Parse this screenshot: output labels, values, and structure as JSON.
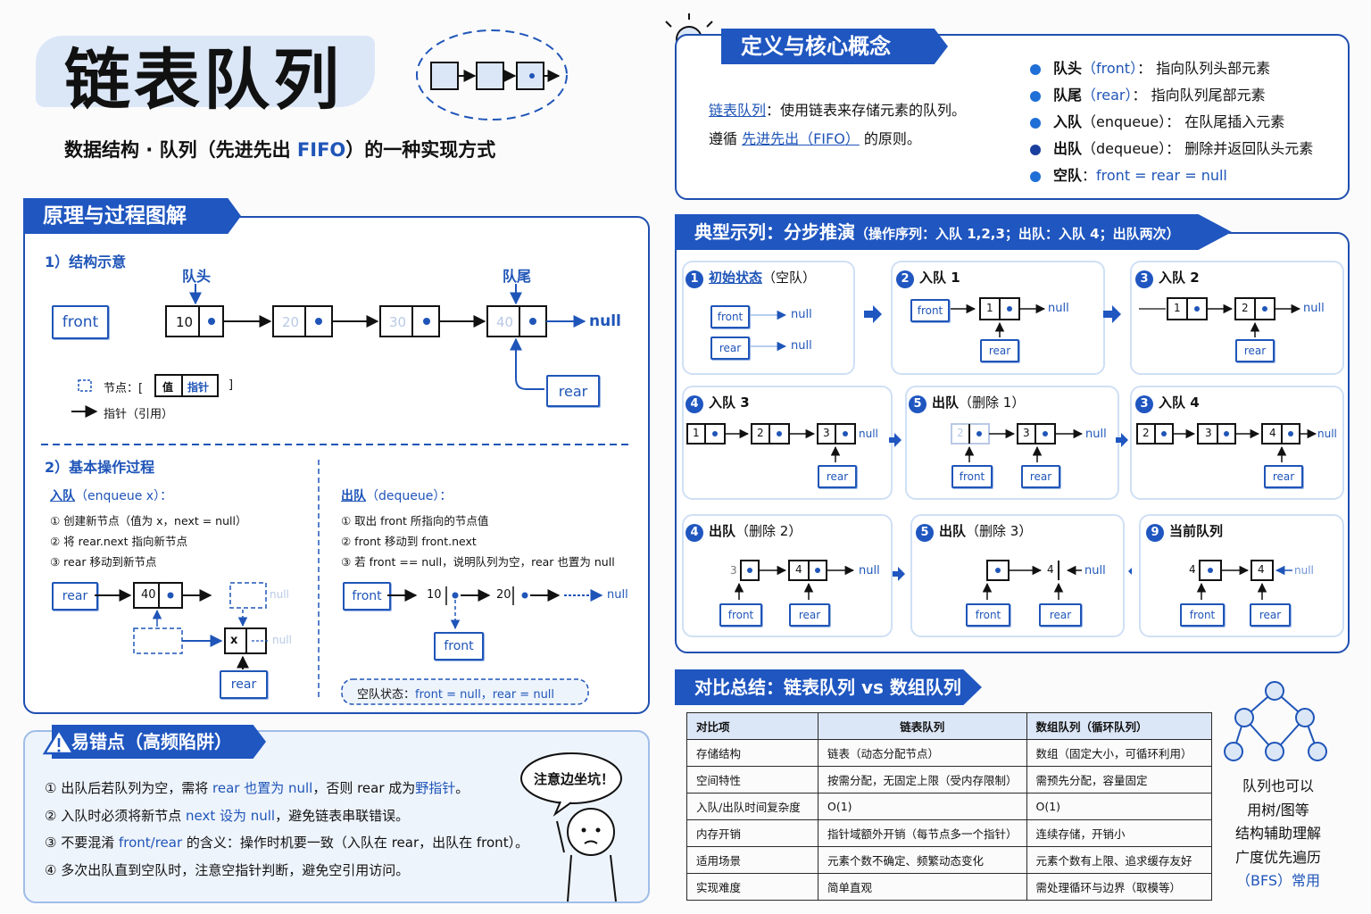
{
  "header": {
    "title": "链表队列",
    "subtitle_pre": "数据结构 · 队列（先进先出 ",
    "subtitle_fifo": "FIFO",
    "subtitle_post": "）的一种实现方式"
  },
  "definition": {
    "banner": "定义与核心概念",
    "line1_term": "链表队列",
    "line1_rest": "：使用链表来存储元素的队列。",
    "line2_pre": "遵循 ",
    "line2_term": "先进先出（FIFO）",
    "line2_post": " 的原则。",
    "concepts": [
      {
        "name": "队头",
        "code": "（front）",
        "desc": "：  指向队列头部元素"
      },
      {
        "name": "队尾",
        "code": "（rear）",
        "desc": "：  指向队列尾部元素"
      },
      {
        "name": "入队",
        "code": "（enqueue）",
        "desc": "：  在队尾插入元素"
      },
      {
        "name": "出队",
        "code": "（dequeue）",
        "desc": "：  删除并返回队头元素"
      },
      {
        "name": "空队",
        "code": "：",
        "desc": "front = rear = null"
      }
    ]
  },
  "principle": {
    "banner": "原理与过程图解",
    "struct_heading": "1）结构示意",
    "head_label": "队头",
    "tail_label": "队尾",
    "front": "front",
    "rear": "rear",
    "null": "null",
    "nodes": [
      "10",
      "20",
      "30",
      "40"
    ],
    "legend_node": "节点：[",
    "legend_val": "值",
    "legend_ptr": "指针",
    "legend_close": "]",
    "legend_arrow": "指针（引用）",
    "ops_heading": "2）基本操作过程",
    "enqueue_title": "入队",
    "enqueue_sig": "（enqueue x）：",
    "enqueue_steps": [
      "① 创建新节点（值为 x，next = null）",
      "② 将 rear.next 指向新节点",
      "③ rear 移动到新节点"
    ],
    "dequeue_title": "出队",
    "dequeue_sig": "（dequeue）：",
    "dequeue_steps": [
      "① 取出 front 所指向的节点值",
      "② front 移动到 front.next",
      "③ 若 front == null，说明队列为空，rear 也置为 null"
    ],
    "enq_node": "40",
    "enq_x": "x",
    "deq_a": "10",
    "deq_b": "20",
    "empty_state_label": "空队状态：",
    "empty_state_value": "front = null，rear = null"
  },
  "pitfalls": {
    "banner": "易错点（高频陷阱）",
    "items": [
      {
        "pre": "① 出队后若队列为空，需将 ",
        "hl": "rear 也置为 null",
        "mid": "，否则 rear 成为",
        "hl2": "野指针",
        "post": "。"
      },
      {
        "pre": "② 入队时必须将新节点 ",
        "hl": "next 设为 null",
        "mid": "，避免链表串联错误。",
        "hl2": "",
        "post": ""
      },
      {
        "pre": "③ 不要混淆 ",
        "hl": "front/rear",
        "mid": " 的含义：操作时机要一致（入队在 rear，出队在 front）。",
        "hl2": "",
        "post": ""
      },
      {
        "pre": "④ 多次出队直到空队时，注意空指针判断，避免空引用访问。",
        "hl": "",
        "mid": "",
        "hl2": "",
        "post": ""
      }
    ],
    "bubble": "注意边坐坑！"
  },
  "example": {
    "banner": "典型示列：分步推演",
    "banner_sub": "（操作序列：入队 1,2,3；出队：入队 4；出队两次）",
    "steps": [
      {
        "n": "1",
        "t": "初始状态",
        "s": "（空队）"
      },
      {
        "n": "2",
        "t": "入队 1",
        "s": ""
      },
      {
        "n": "3",
        "t": "入队 2",
        "s": ""
      },
      {
        "n": "4",
        "t": "入队 3",
        "s": ""
      },
      {
        "n": "5",
        "t": "出队",
        "s": "（删除 1）"
      },
      {
        "n": "3",
        "t": "入队 4",
        "s": ""
      },
      {
        "n": "4",
        "t": "出队",
        "s": "（删除 2）"
      },
      {
        "n": "5",
        "t": "出队",
        "s": "（删除 3）"
      },
      {
        "n": "9",
        "t": "当前队列",
        "s": ""
      }
    ],
    "front": "front",
    "rear": "rear",
    "null": "null"
  },
  "comparison": {
    "banner": "对比总结：链表队列 vs 数组队列",
    "headers": [
      "对比项",
      "链表队列",
      "数组队列（循环队列）"
    ],
    "rows": [
      [
        "存储结构",
        "链表（动态分配节点）",
        "数组（固定大小，可循环利用）"
      ],
      [
        "空间特性",
        "按需分配，无固定上限（受内存限制）",
        "需预先分配，容量固定"
      ],
      [
        "入队/出队时间复杂度",
        "O(1)",
        "O(1)"
      ],
      [
        "内存开销",
        "指针域额外开销（每节点多一个指针）",
        "连续存储，开销小"
      ],
      [
        "适用场景",
        "元素个数不确定、频繁动态变化",
        "元素个数有上限、追求缓存友好"
      ],
      [
        "实现难度",
        "简单直观",
        "需处理循环与边界（取模等）"
      ]
    ],
    "tree_note": [
      "队列也可以",
      "用树/图等",
      "结构辅助理解",
      "广度优先遍历",
      "（BFS）常用"
    ]
  },
  "colors": {
    "accent": "#1f56c0",
    "light": "#dbe7f7",
    "border": "#1f4fb0"
  }
}
